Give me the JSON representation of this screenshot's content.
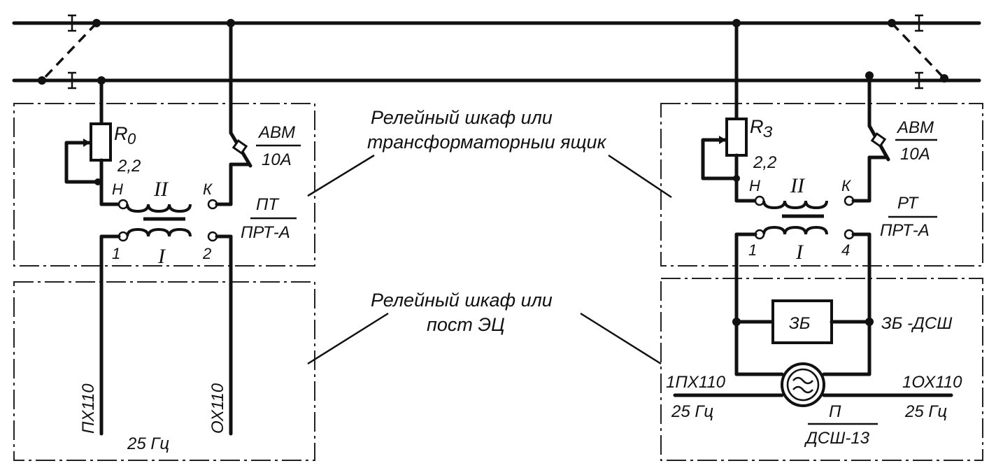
{
  "labels": {
    "relay_cabinet_or_transformer_box_line1": "Релейный  шкаф  или",
    "relay_cabinet_or_transformer_box_line2": "трансформаторныи ящик",
    "relay_cabinet_or_post_line1": "Релейный  шкаф или",
    "relay_cabinet_or_post_line2": "пост ЭЦ"
  },
  "left": {
    "resistor_name": "R",
    "resistor_sub": "0",
    "resistor_value": "2,2",
    "breaker_top": "АВМ",
    "breaker_bottom": "10А",
    "winding_secondary": "II",
    "winding_primary": "I",
    "term_start": "Н",
    "term_end": "К",
    "term_1": "1",
    "term_2": "2",
    "transformer_top": "ПТ",
    "transformer_bottom": "ПРТ-А",
    "feed_left": "ПХ110",
    "feed_right": "ОХ110",
    "frequency": "25 Гц"
  },
  "right": {
    "resistor_name": "R",
    "resistor_sub": "З",
    "resistor_value": "2,2",
    "breaker_top": "АВМ",
    "breaker_bottom": "10А",
    "winding_secondary": "II",
    "winding_primary": "I",
    "term_start": "Н",
    "term_end": "К",
    "term_1": "1",
    "term_4": "4",
    "transformer_top": "РТ",
    "transformer_bottom": "ПРТ-А",
    "protection_box": "ЗБ",
    "protection_label": "ЗБ -ДСШ",
    "feed_left": "1ПХ110",
    "feed_right": "1ОХ110",
    "freq_left": "25 Гц",
    "freq_right": "25 Гц",
    "relay_top": "П",
    "relay_bottom": "ДСШ-13"
  }
}
